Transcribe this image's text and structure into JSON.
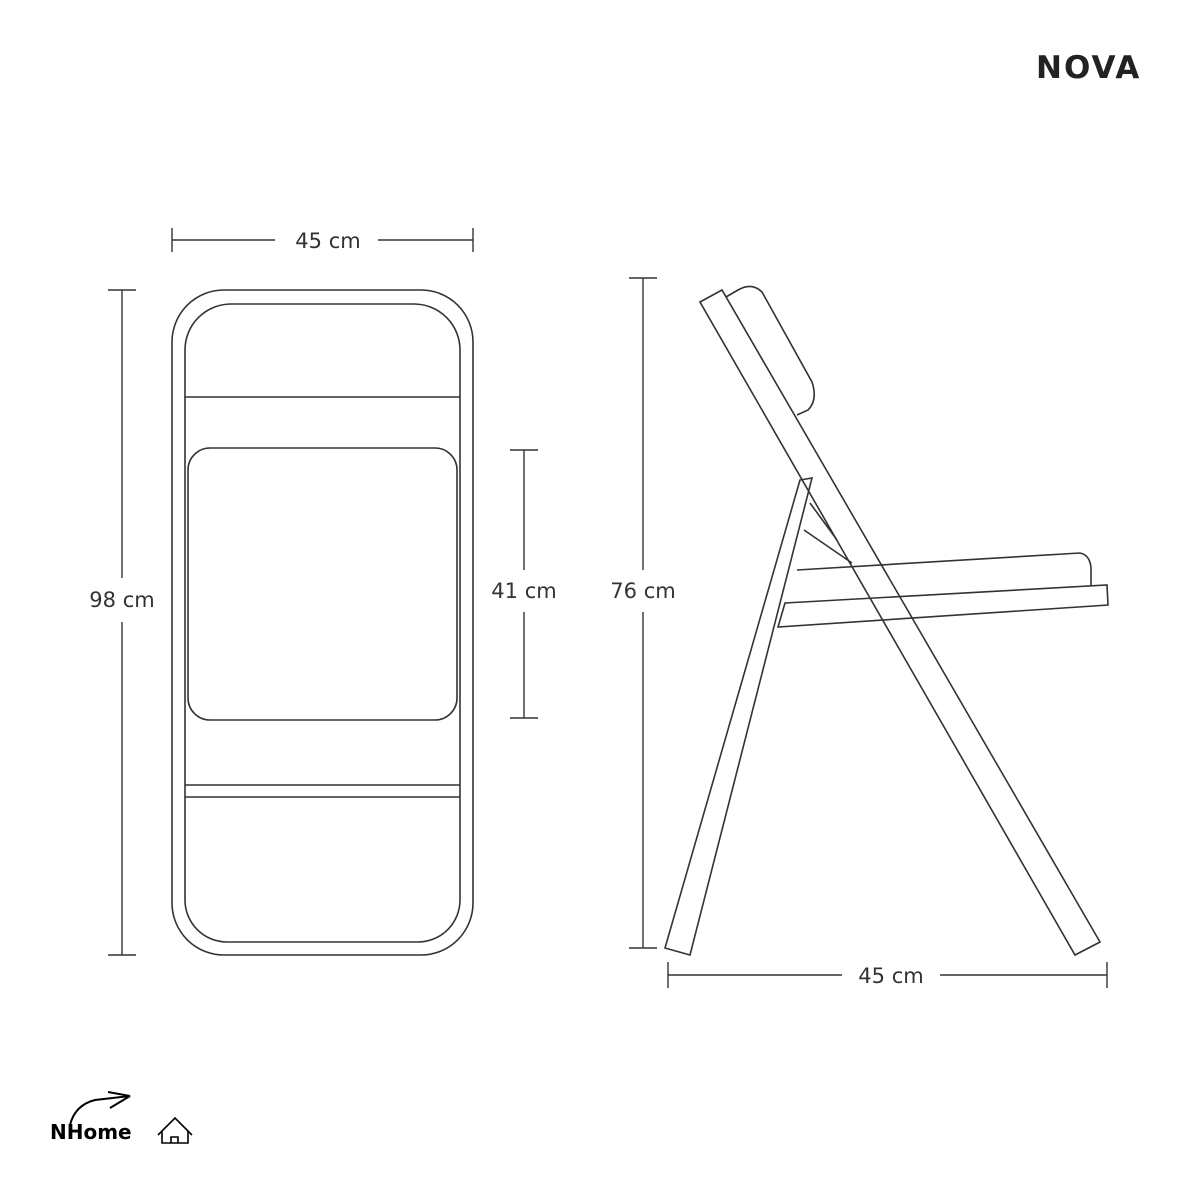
{
  "brand": "NOVA",
  "logo": {
    "text": "NHome",
    "icon": "house-icon"
  },
  "dimensions": {
    "front_width": "45 cm",
    "front_height": "98 cm",
    "seat_depth": "41 cm",
    "side_height": "76 cm",
    "side_depth": "45 cm"
  },
  "colors": {
    "line": "#333333",
    "background": "#ffffff"
  }
}
